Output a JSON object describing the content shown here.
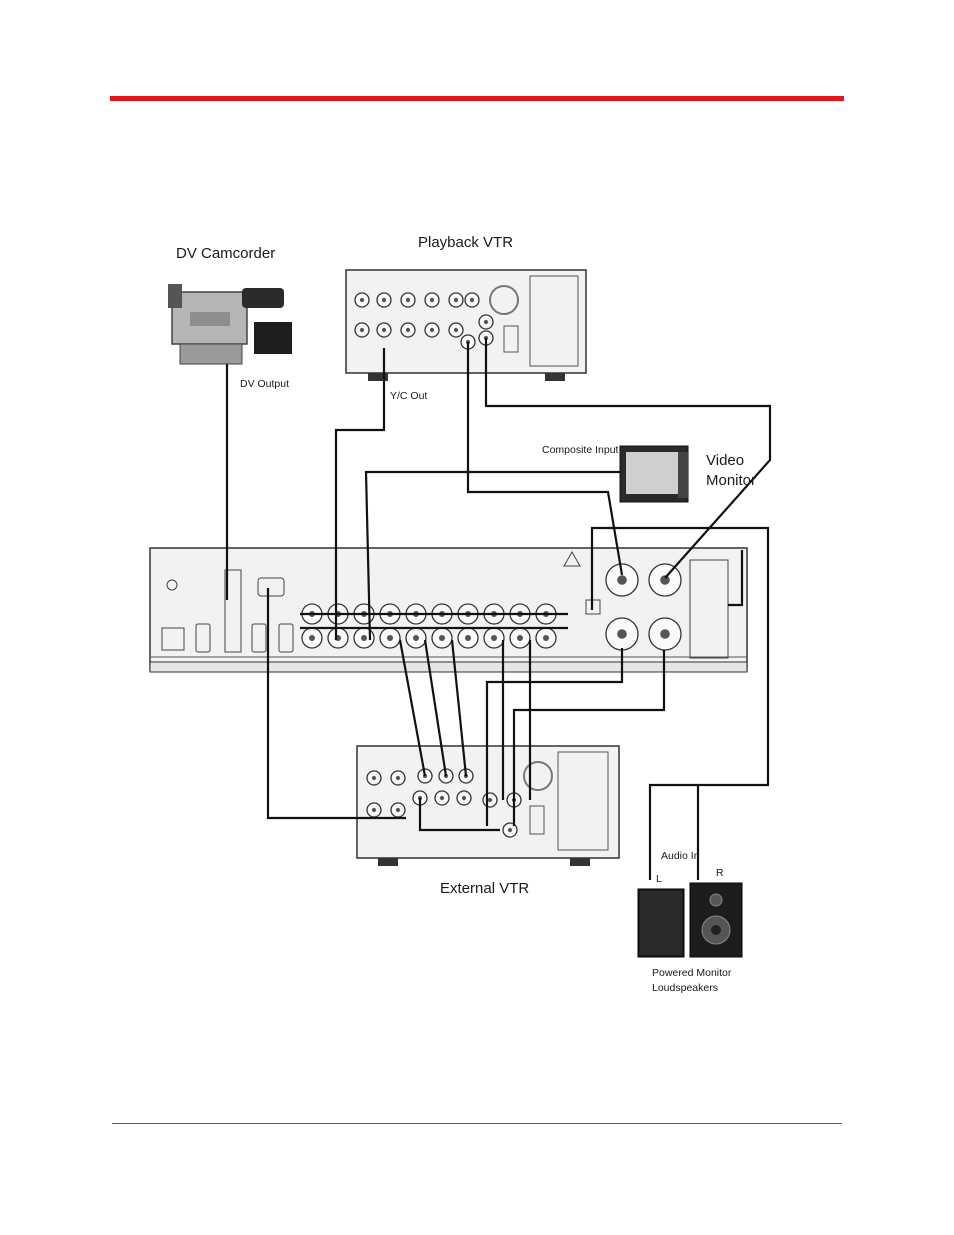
{
  "labels": {
    "dv_camcorder": "DV Camcorder",
    "playback_vtr": "Playback VTR",
    "dv_output": "DV Output",
    "yc_out": "Y/C Out",
    "composite_input": "Composite Input",
    "video_monitor_line1": "Video",
    "video_monitor_line2": "Monitor",
    "external_vtr": "External VTR",
    "audio_in": "Audio In",
    "left": "L",
    "right": "R",
    "speakers_line1": "Powered Monitor",
    "speakers_line2": "Loudspeakers"
  },
  "colors": {
    "accent_rule": "#e3151a",
    "cable": "#111111",
    "panel_fill": "#f2f2f2",
    "panel_stroke": "#333333"
  }
}
